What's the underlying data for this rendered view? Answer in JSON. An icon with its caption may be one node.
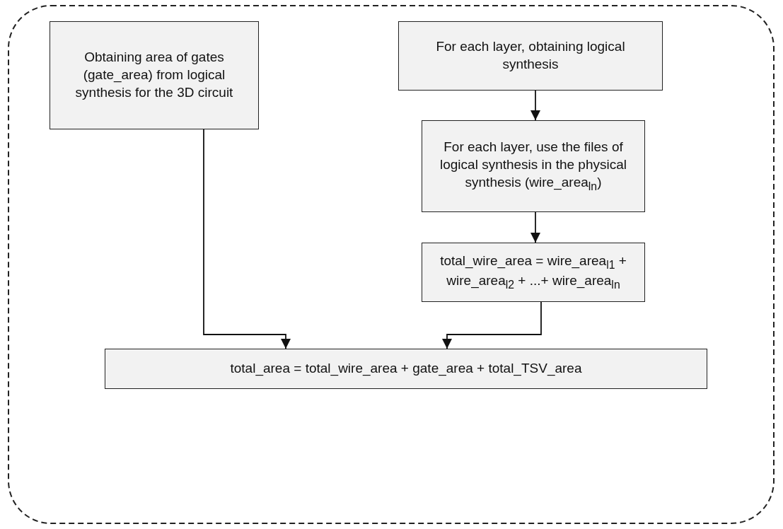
{
  "diagram": {
    "nodes": [
      {
        "text": [
          "Obtaining area of gates (gate_area) from logical synthesis for the 3D circuit"
        ]
      },
      {
        "text": [
          "For each layer, obtaining logical synthesis"
        ]
      },
      {
        "text": [
          "For each layer, use the files of logical synthesis in the physical synthesis (wire_area$_{ln}$)"
        ]
      },
      {
        "text": [
          "total_wire_area = wire_area$_{l1}$ + wire_area$_{l2}$ + ...+ wire_area$_{ln}$"
        ]
      },
      {
        "text": [
          "total_area = total_wire_area + gate_area + total_TSV_area"
        ]
      }
    ],
    "edges": [
      {
        "from": 1,
        "to": 2,
        "arrow": "to"
      },
      {
        "from": 2,
        "to": 3,
        "arrow": "to"
      },
      {
        "from": 0,
        "to": 4,
        "arrow": "to"
      },
      {
        "from": 3,
        "to": 4,
        "arrow": "to"
      }
    ]
  }
}
